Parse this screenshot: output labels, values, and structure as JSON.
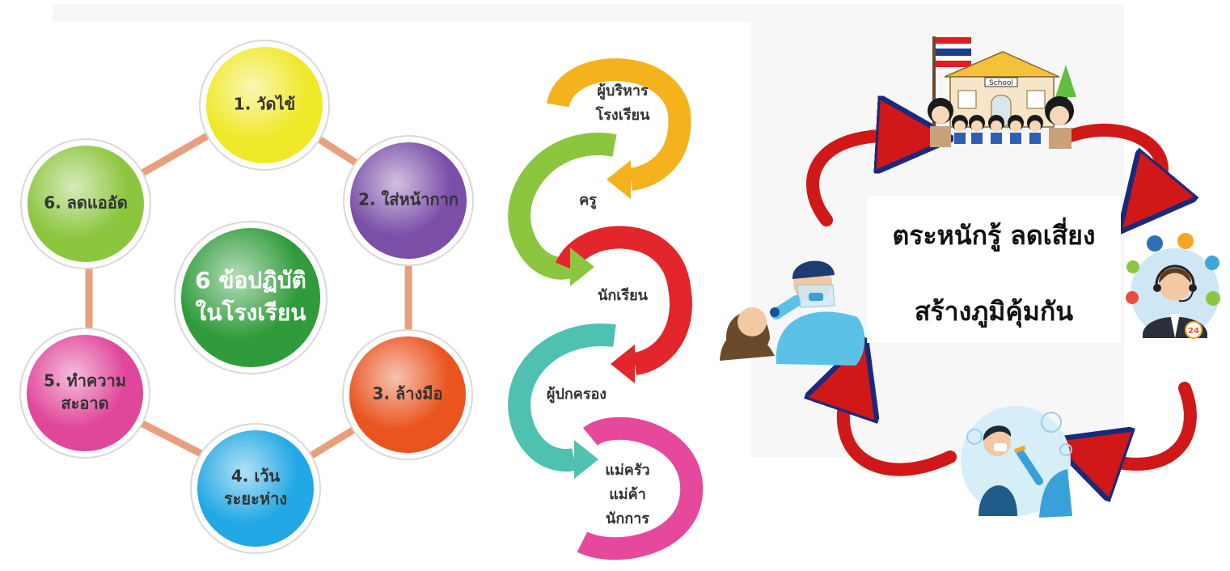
{
  "practices": {
    "center": [
      "6 ข้อปฏิบัติ",
      "ในโรงเรียน"
    ],
    "items": [
      {
        "lines": [
          "1. วัดไข้"
        ],
        "color": "#f0e92a"
      },
      {
        "lines": [
          "2. ใส่หน้ากาก"
        ],
        "color": "#7b4fa8"
      },
      {
        "lines": [
          "3. ล้างมือ"
        ],
        "color": "#e9541f"
      },
      {
        "lines": [
          "4. เว้น",
          "ระยะห่าง"
        ],
        "color": "#22a8e4"
      },
      {
        "lines": [
          "5. ทำความ",
          "สะอาด"
        ],
        "color": "#e0469a"
      },
      {
        "lines": [
          "6. ลดแออัด"
        ],
        "color": "#8cc63f"
      }
    ],
    "center_color": "#2f9b3a",
    "ring_color": "#e7a07d"
  },
  "chain": {
    "steps": [
      {
        "lines": [
          "ผู้บริหาร",
          "โรงเรียน"
        ],
        "color": "#f4b21d"
      },
      {
        "lines": [
          "ครู"
        ],
        "color": "#8cc63f"
      },
      {
        "lines": [
          "นักเรียน"
        ],
        "color": "#e2262b"
      },
      {
        "lines": [
          "ผู้ปกครอง"
        ],
        "color": "#4fc1b0"
      },
      {
        "lines": [
          "แม่ครัว",
          "แม่ค้า",
          "นักการ"
        ],
        "color": "#e6489b"
      }
    ]
  },
  "cycle": {
    "message": [
      "ตระหนักรู้  ลดเสี่ยง",
      "สร้างภูมิคุ้มกัน"
    ],
    "school_sign": "School",
    "call_center_badge": "24",
    "arrow_color": "#d01818",
    "icons": [
      "school-icon",
      "call-center-icon",
      "vaccination-icon",
      "nasal-swab-icon"
    ]
  }
}
